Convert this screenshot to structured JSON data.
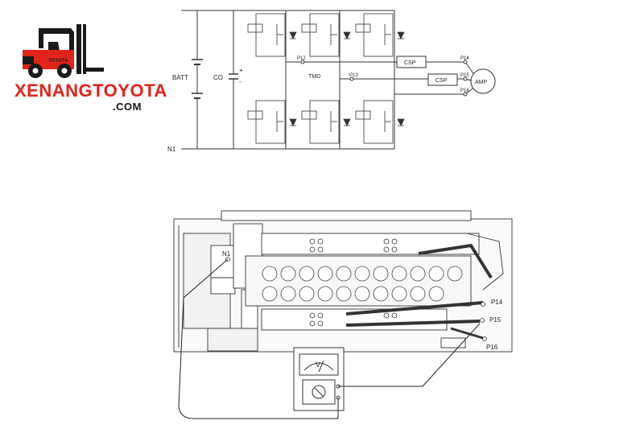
{
  "logo": {
    "brand": "XENANGTOYOTA",
    "domain": ".COM",
    "badge": "TOYOTA",
    "colors": {
      "red": "#e2231a",
      "dark": "#1a1a1a"
    }
  },
  "schematic": {
    "labels": {
      "batt": "BATT",
      "co": "CO",
      "plus": "+",
      "minus": "-",
      "n1": "N1",
      "p12": "P12",
      "p13": "P13",
      "p14": "P14",
      "p15": "P15",
      "p16": "P16",
      "tmd": "TMD",
      "csp1": "CSP",
      "csp2": "CSP",
      "motor": "AMP"
    }
  },
  "hardware": {
    "labels": {
      "n1": "N1",
      "p14": "P14",
      "p15": "P15",
      "p16": "P16",
      "meter": "V"
    }
  }
}
